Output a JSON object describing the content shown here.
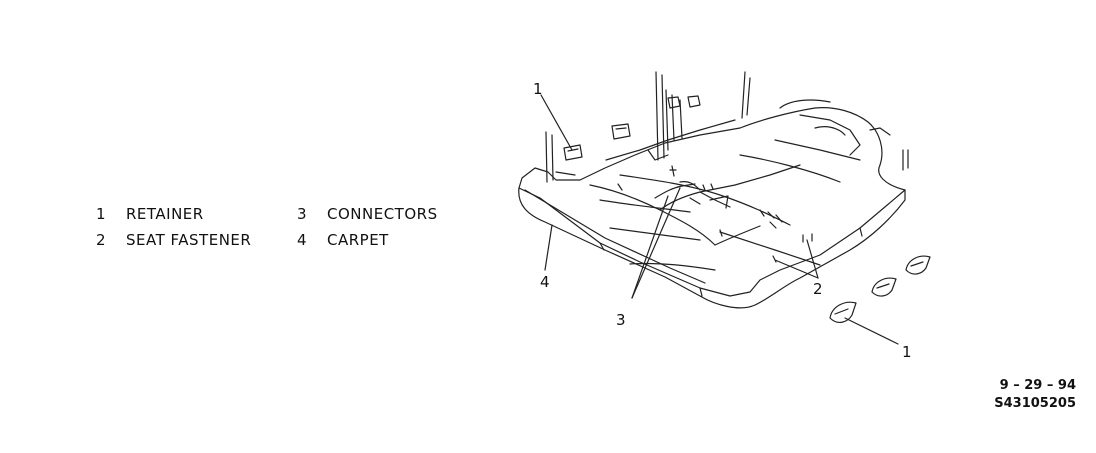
{
  "legend": [
    {
      "num": "1",
      "label": "RETAINER"
    },
    {
      "num": "2",
      "label": "SEAT FASTENER"
    },
    {
      "num": "3",
      "label": "CONNECTORS"
    },
    {
      "num": "4",
      "label": "CARPET"
    }
  ],
  "callouts": {
    "retainer_top": "1",
    "retainer_bottom": "1",
    "seat_fastener": "2",
    "connectors": "3",
    "carpet": "4"
  },
  "footer": {
    "date": "9 – 29 – 94",
    "code": "S43105205"
  }
}
